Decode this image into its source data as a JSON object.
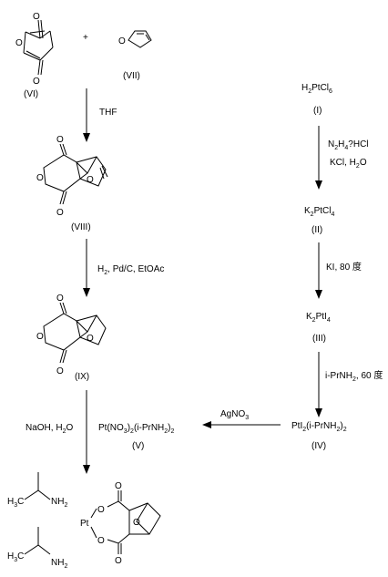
{
  "compounds": {
    "vi": {
      "label": "(VI)"
    },
    "vii": {
      "label": "(VII)"
    },
    "viii": {
      "label": "(VIII)"
    },
    "ix": {
      "label": "(IX)"
    },
    "i": {
      "label": "(I)",
      "formula": "H2PtCl6"
    },
    "ii": {
      "label": "(II)",
      "formula": "K2PtCl4"
    },
    "iii": {
      "label": "(III)",
      "formula": "K2PtI4"
    },
    "iv": {
      "label": "(IV)",
      "formula": "PtI2(i-PrNH2)2"
    },
    "v": {
      "label": "(V)",
      "formula": "Pt(NO3)2(i-PrNH2)2"
    }
  },
  "plus_sign": "+",
  "conditions": {
    "thf": "THF",
    "hydrogenation": "H2, Pd/C, EtOAc",
    "hydrazine_line1": "N2H4?HCl",
    "hydrazine_line2": "KCl, H2O",
    "iodide": "KI, 80 度",
    "amine": "i-PrNH2, 60 度",
    "silver": "AgNO3",
    "hydroxide": "NaOH, H2O"
  },
  "atoms": {
    "oxygen": "O",
    "platinum": "Pt",
    "methyl": "H3C",
    "amine": "NH2"
  }
}
